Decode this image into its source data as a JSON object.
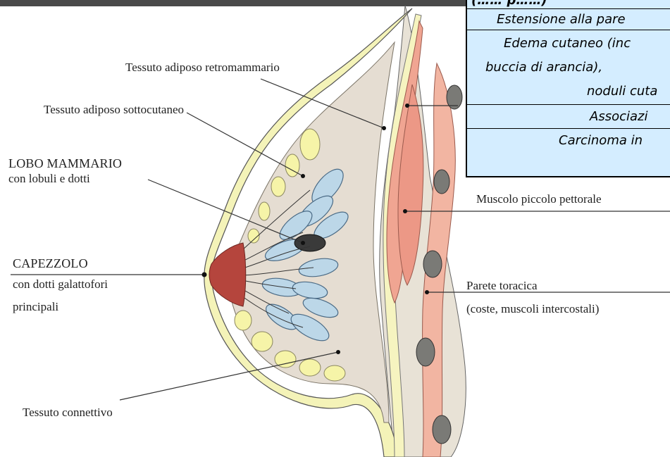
{
  "table": {
    "header_fragment": "(…… p……)",
    "rows": [
      {
        "lines": [
          "Estensione alla pare"
        ]
      },
      {
        "lines": [
          "Edema cutaneo (inc",
          "buccia di arancia),",
          "noduli cuta"
        ]
      },
      {
        "lines": [
          "Associazi"
        ]
      },
      {
        "lines": [
          "Carcinoma in"
        ]
      }
    ]
  },
  "labels": {
    "retromammario": "Tessuto adiposo retromammario",
    "sottocutaneo": "Tessuto adiposo sottocutaneo",
    "lobo_title": "LOBO MAMMARIO",
    "lobo_sub": "con lobuli e dotti",
    "capezzolo_title": "CAPEZZOLO",
    "capezzolo_sub1": "con dotti galattofori",
    "capezzolo_sub2": "principali",
    "connettivo": "Tessuto connettivo",
    "piccolo_pettorale": "Muscolo piccolo pettorale",
    "parete": "Parete toracica",
    "parete_sub": "(coste, muscoli intercostali)"
  },
  "colors": {
    "skin": "#f4f3b8",
    "tissue": "#e5ddd2",
    "muscle": "#f0a592",
    "lobule": "#bcd7e8",
    "rib": "#7a7a76",
    "nipple": "#b5453d",
    "table_bg": "#d4edff"
  }
}
